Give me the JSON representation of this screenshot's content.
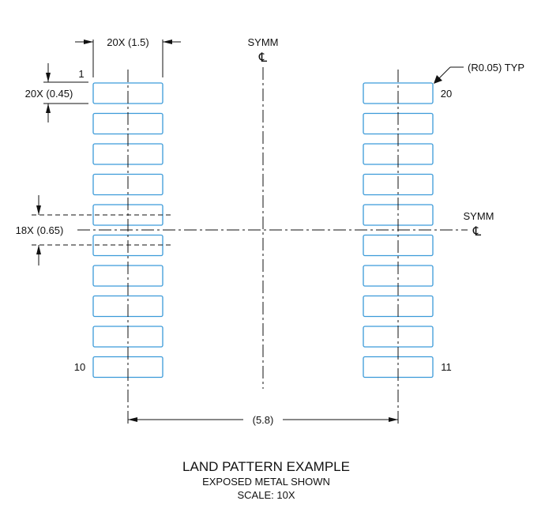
{
  "dimensions": {
    "pad_length": "20X (1.5)",
    "pad_width": "20X (0.45)",
    "pitch": "18X (0.65)",
    "row_span": "(5.8)",
    "corner_radius": "(R0.05) TYP"
  },
  "symmetry": {
    "label": "SYMM",
    "symbol": "℄"
  },
  "pins": {
    "first": "1",
    "left_last": "10",
    "right_first": "11",
    "last": "20"
  },
  "caption": {
    "title": "LAND PATTERN EXAMPLE",
    "line2": "EXPOSED METAL SHOWN",
    "line3": "SCALE: 10X"
  },
  "pads": {
    "rows_per_side": 10,
    "color": "#3b9ad9"
  }
}
